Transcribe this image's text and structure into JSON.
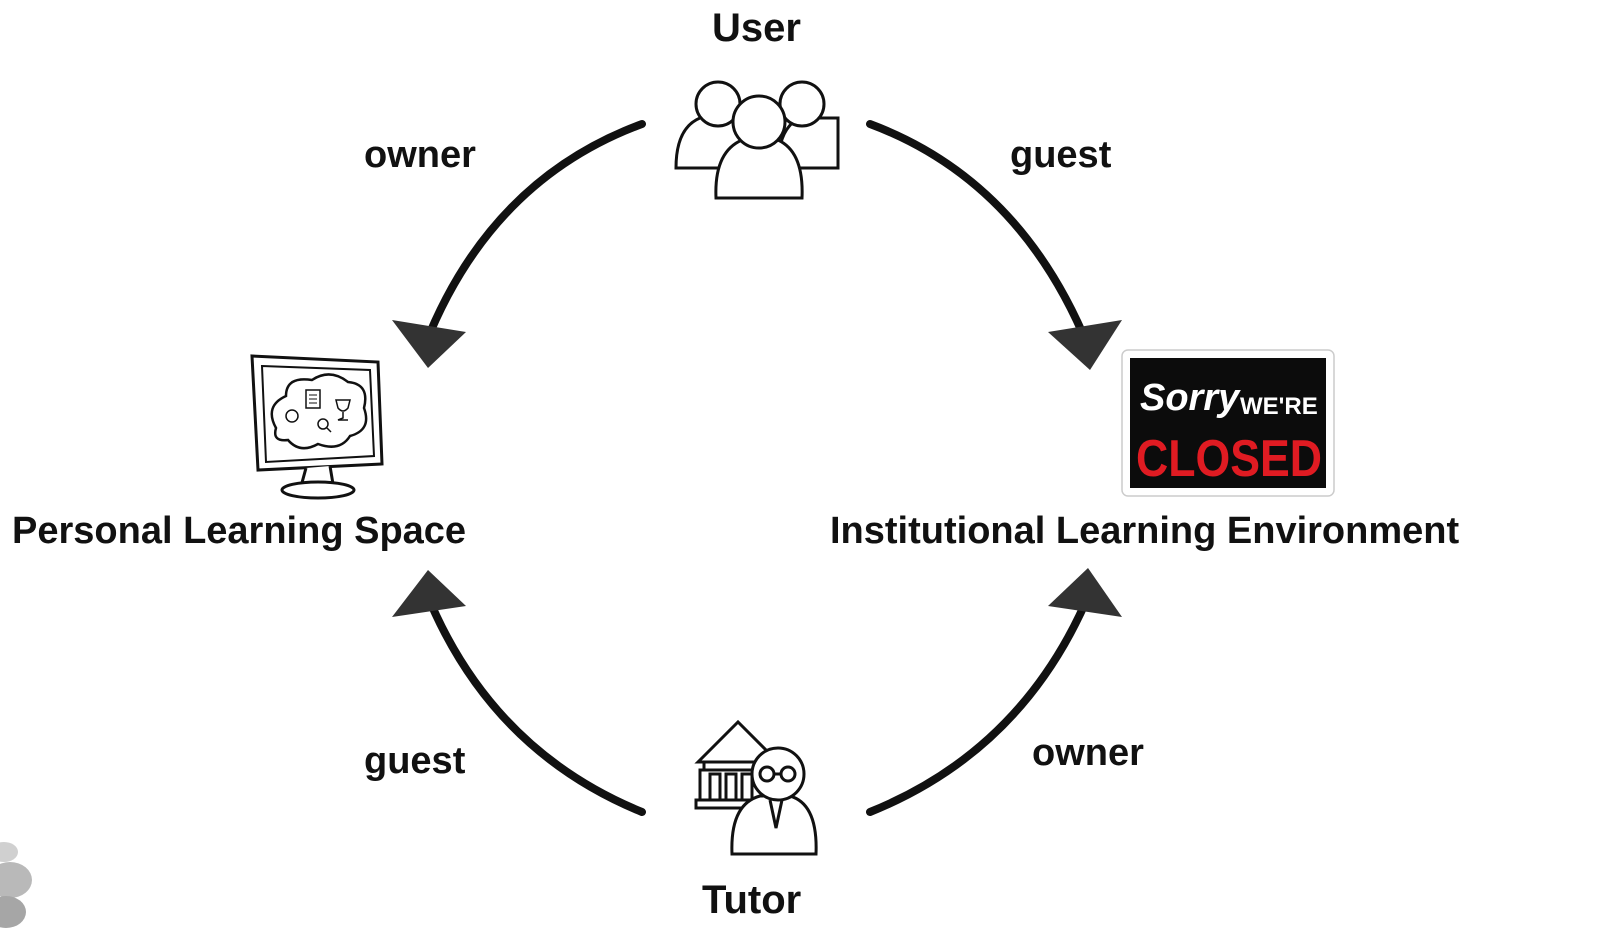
{
  "nodes": {
    "user": "User",
    "tutor": "Tutor",
    "pls": "Personal Learning Space",
    "ile": "Institutional Learning Environment"
  },
  "edges": {
    "user_to_pls": "owner",
    "user_to_ile": "guest",
    "tutor_to_pls": "guest",
    "tutor_to_ile": "owner"
  },
  "sign": {
    "script": "Sorry",
    "small": "WE'RE",
    "big": "CLOSED"
  },
  "colors": {
    "arrow": "#111111",
    "arrowhead": "#333333",
    "text": "#111111",
    "sign_bg": "#0c0c0c",
    "sign_red": "#e01b22",
    "sign_white": "#ffffff"
  },
  "icons": {
    "user": "user-group-icon",
    "tutor": "tutor-institution-icon",
    "pls": "monitor-cloud-icon",
    "ile": "closed-sign-icon"
  }
}
